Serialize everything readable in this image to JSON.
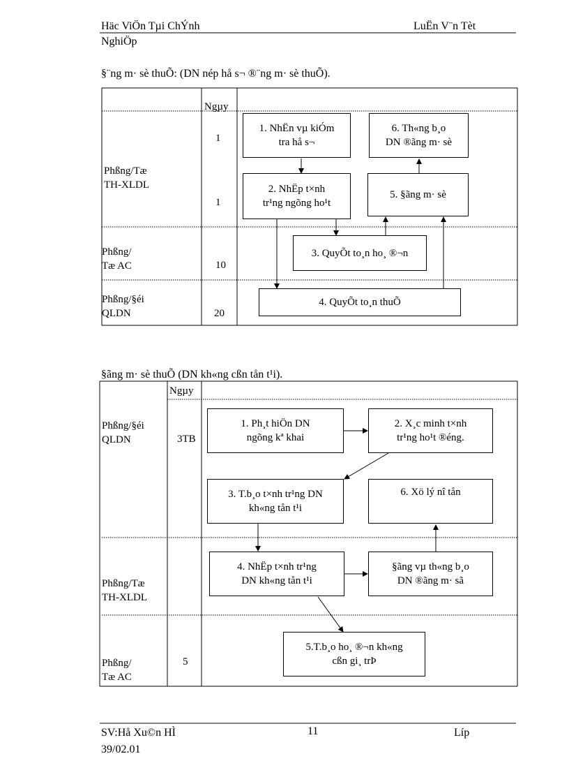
{
  "header": {
    "left_line1": "Häc ViÖn Tµi ChÝnh",
    "left_line2": "NghiÖp",
    "right": "LuËn V¨n Tèt"
  },
  "section1": {
    "caption": "§¨ng m· sè thuÕ: (DN nép hå s¬ ®¨ng m· sè thuÕ).",
    "col_header": "Ngµy",
    "rows": [
      {
        "dept": "Phßng/Tæ\nTH-XLDL",
        "days": [
          "1",
          "1"
        ]
      },
      {
        "dept": "Phßng/\nTæ AC",
        "days": [
          "10"
        ]
      },
      {
        "dept": "Phßng/§éi\nQLDN",
        "days": [
          "20"
        ]
      }
    ],
    "boxes": {
      "b1": "1. NhËn vµ kiÓm\ntra hå s¬",
      "b2": "2. NhËp t×nh\ntr¹ng ngõng ho¹t",
      "b3": "3. QuyÕt to¸n ho¸ ®¬n",
      "b4": "4. QuyÕt to¸n thuÕ",
      "b5": "5. §ãng m· sè",
      "b6": "6. Th«ng b¸o\nDN ®ãng m· sè"
    }
  },
  "section2": {
    "caption": "§ãng m· sè thuÕ (DN kh«ng cßn tån t¹i).",
    "col_header": "Ngµy",
    "rows": [
      {
        "dept": "Phßng/§éi\n QLDN",
        "days": "3TB"
      },
      {
        "dept": "Phßng/Tæ\nTH-XLDL",
        "days": ""
      },
      {
        "dept": "Phßng/\nTæ AC",
        "days": "5"
      }
    ],
    "boxes": {
      "b1": "1. Ph¸t hiÖn DN\nngõng kª khai",
      "b2": "2. X¸c minh t×nh\ntr¹ng ho¹t ®éng.",
      "b3": "3. T.b¸o t×nh tr¹ng DN\nkh«ng tån t¹i",
      "b4": "4. NhËp t×nh tr¹ng\nDN kh«ng tån t¹i",
      "b5": "5.T.b¸o ho¸ ®¬n kh«ng\ncßn gi¸ trÞ",
      "b6": "6. Xö lý nî tån",
      "b7": "§ãng vµ th«ng b¸o\nDN ®ãng m· sã"
    }
  },
  "footer": {
    "left_line1": "SV:Hå Xu©n HÌ",
    "left_line2": "39/02.01",
    "page": "11",
    "right": "Líp"
  }
}
